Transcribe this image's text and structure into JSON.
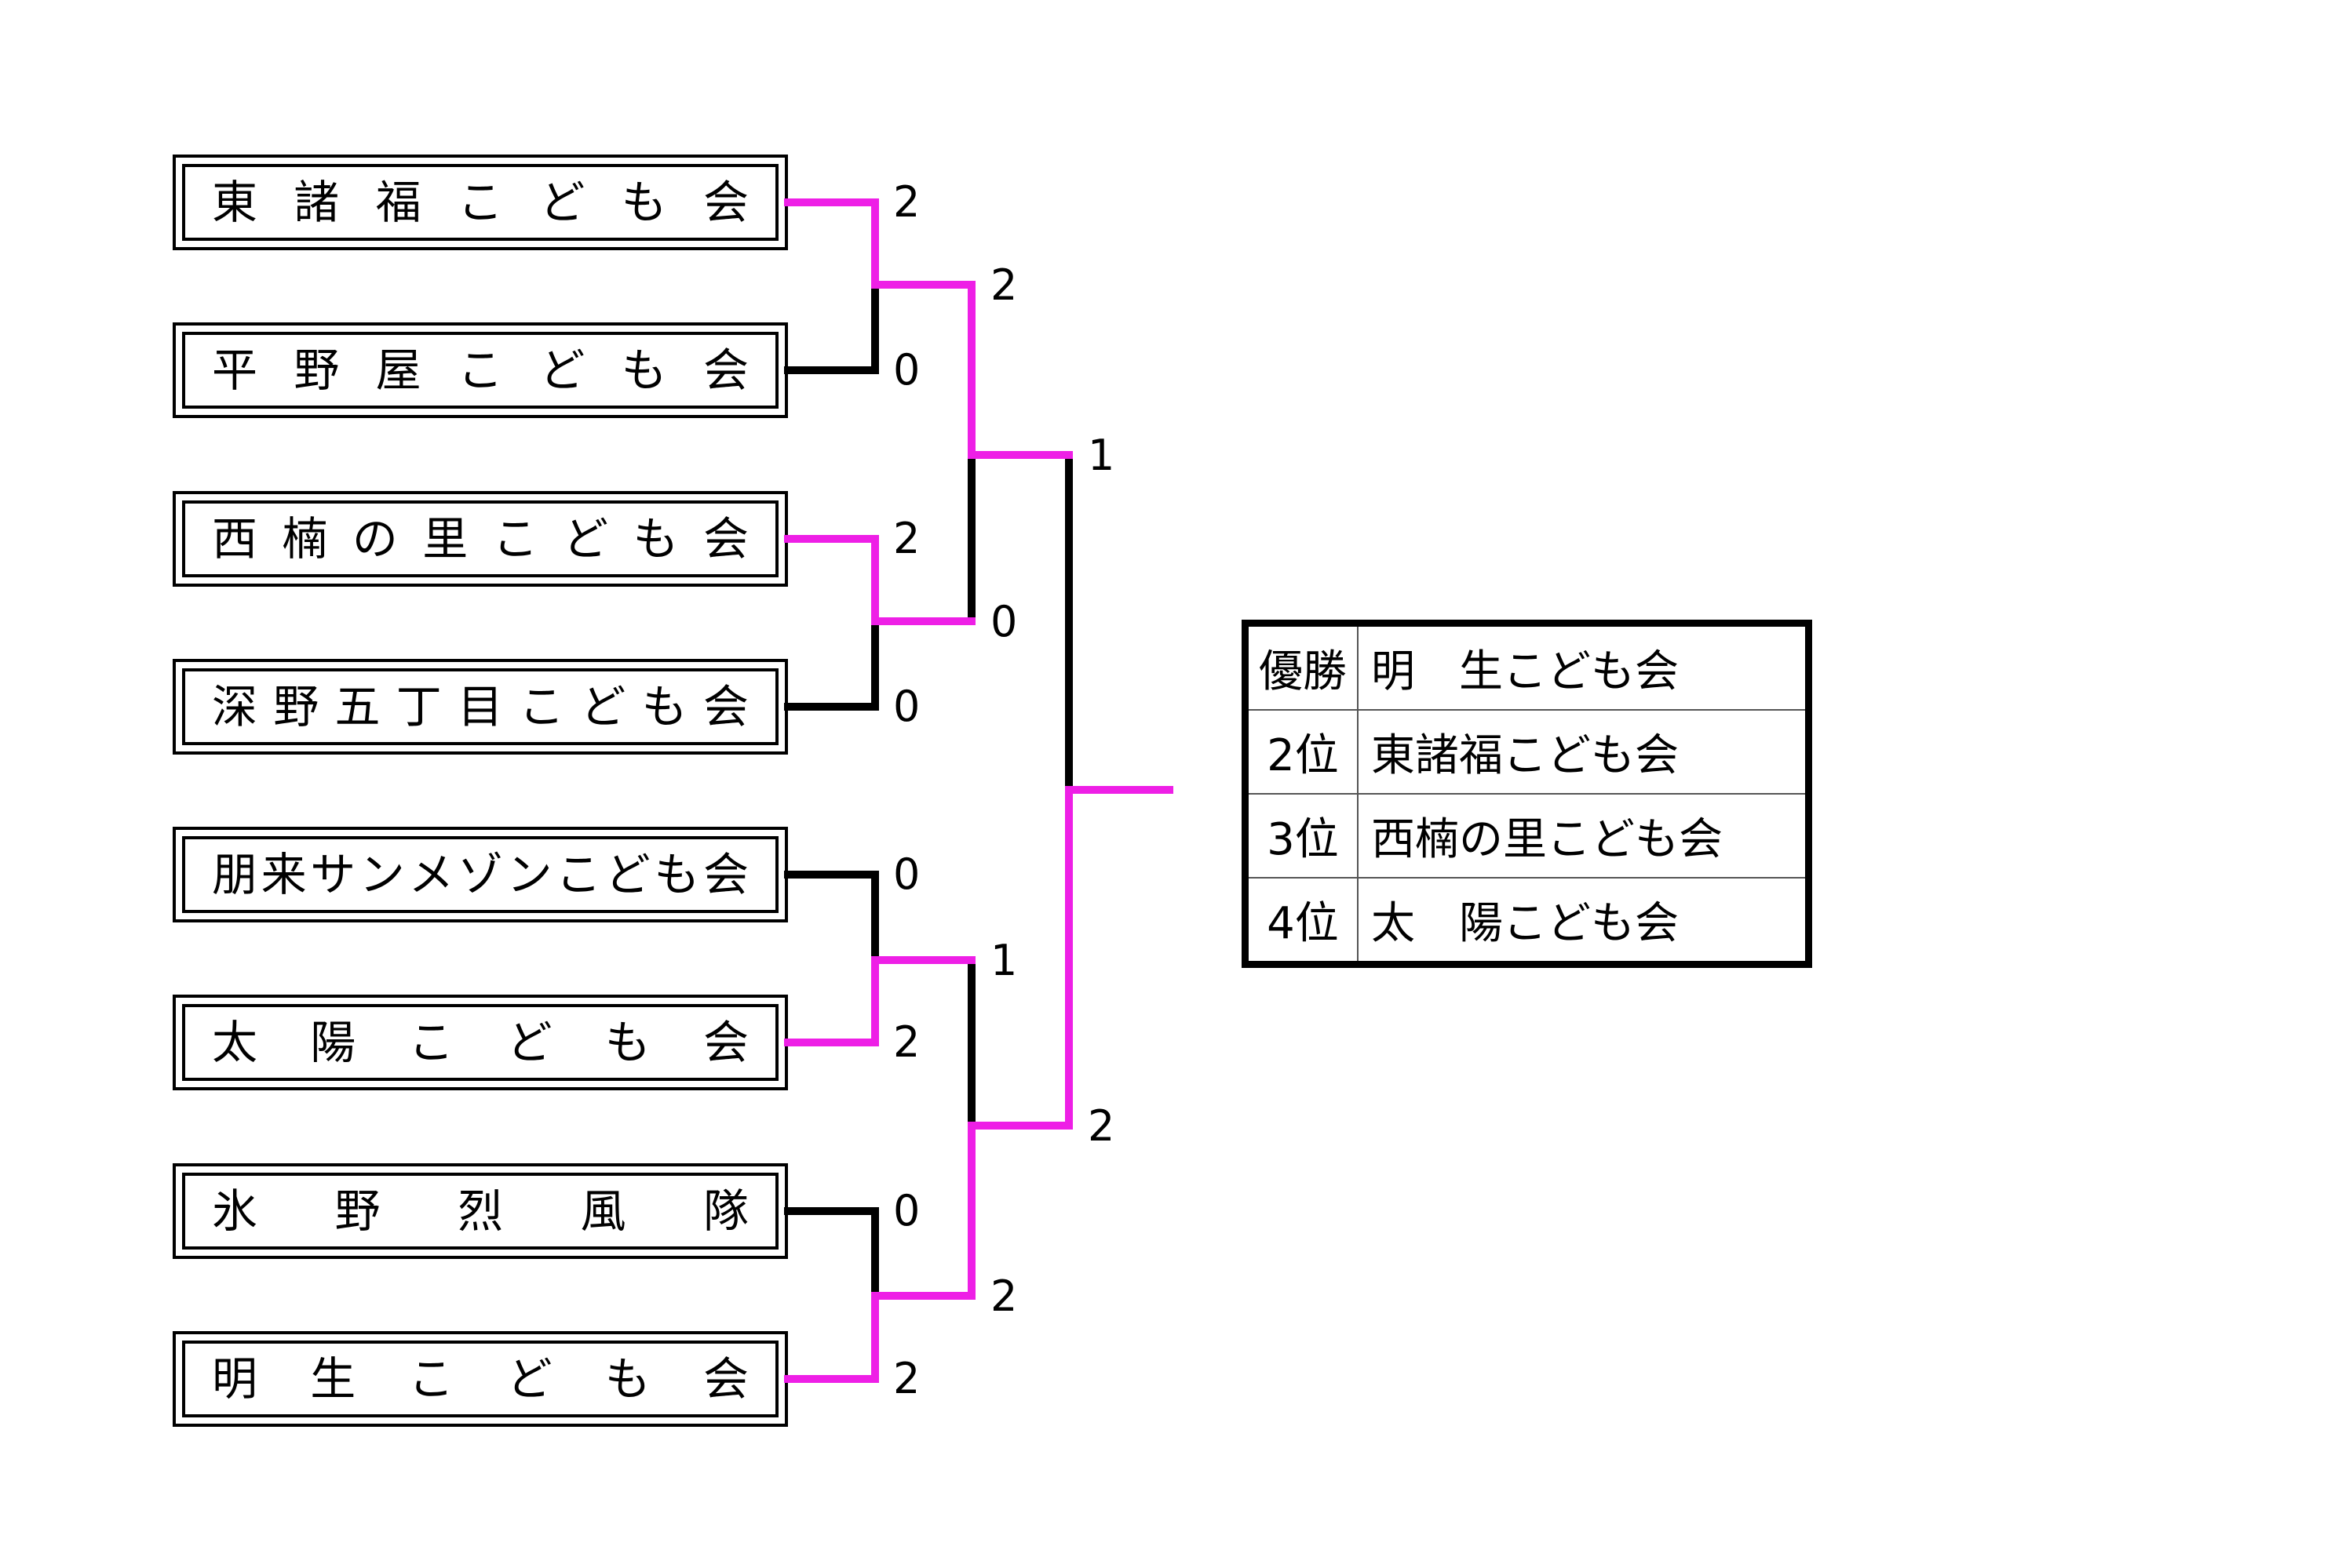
{
  "teams": [
    {
      "name": "東諸福こども会"
    },
    {
      "name": "平野屋こども会"
    },
    {
      "name": "西楠の里こども会"
    },
    {
      "name": "深野五丁目こども会"
    },
    {
      "name": "朋来サンメゾンこども会"
    },
    {
      "name": "太陽こども会"
    },
    {
      "name": "氷野烈風隊"
    },
    {
      "name": "明生こども会"
    }
  ],
  "scores": {
    "round1": [
      "2",
      "0",
      "2",
      "0",
      "0",
      "2",
      "0",
      "2"
    ],
    "semifinal": [
      "2",
      "0",
      "1",
      "2"
    ],
    "final": [
      "1",
      "2"
    ]
  },
  "colors": {
    "winner_line": "#ee1fe6",
    "loser_line": "#000000"
  },
  "standings": [
    {
      "rank": "優勝",
      "team": "明　生こども会"
    },
    {
      "rank": "2位",
      "team": "東諸福こども会"
    },
    {
      "rank": "3位",
      "team": "西楠の里こども会"
    },
    {
      "rank": "4位",
      "team": "太　陽こども会"
    }
  ]
}
